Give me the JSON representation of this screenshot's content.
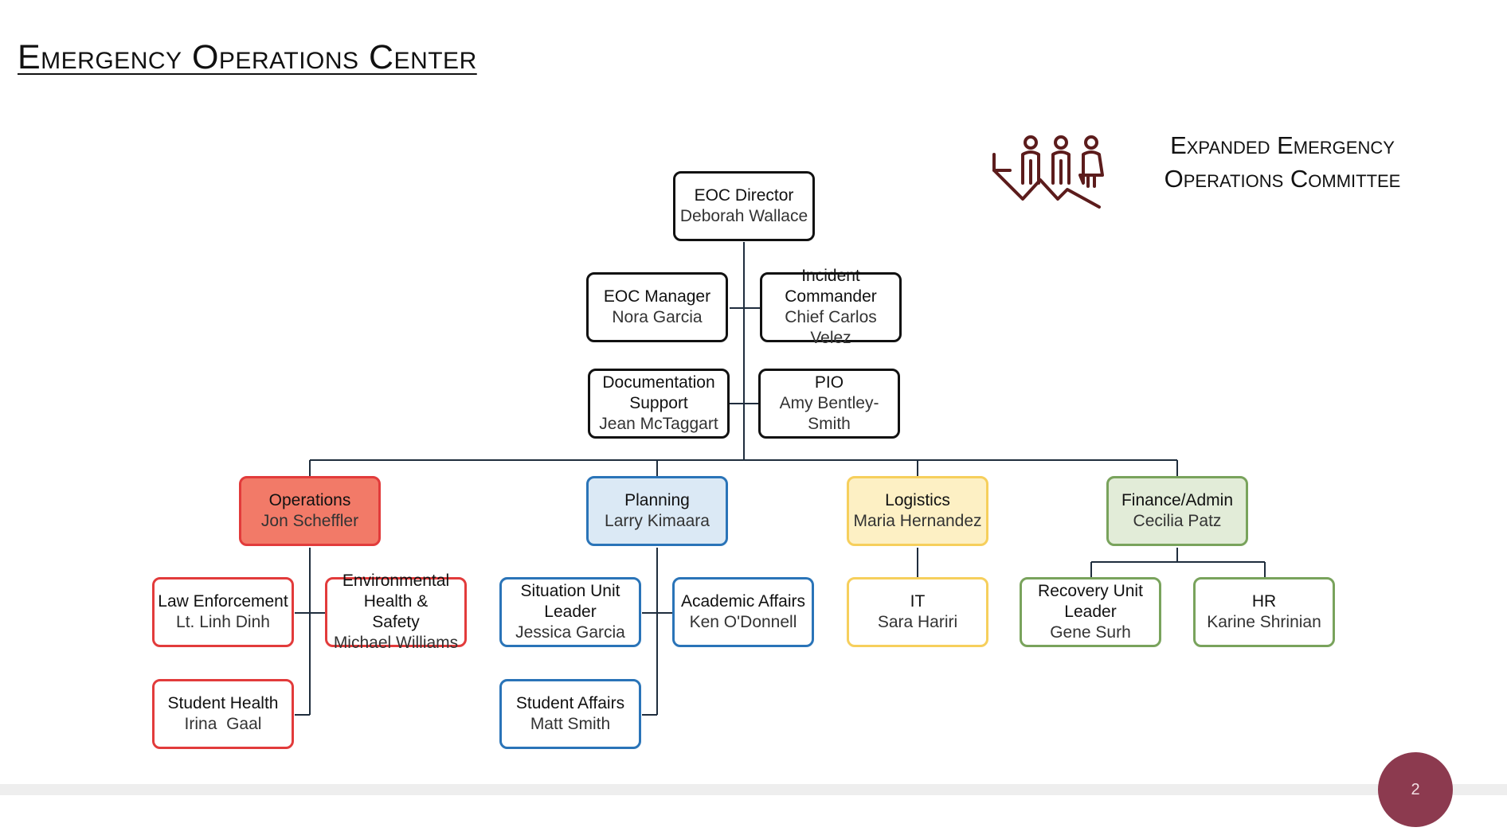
{
  "slide": {
    "title": "Emergency Operations Center",
    "committee_line1": "Expanded Emergency",
    "committee_line2": "Operations Committee",
    "logo_icon": "people-rising-arrow-icon",
    "logo_color": "#5c1c1c",
    "page_number": "2",
    "page_badge_color": "#8c3a4f"
  },
  "org": {
    "director": {
      "role": "EOC Director",
      "name": "Deborah Wallace"
    },
    "manager": {
      "role": "EOC Manager",
      "name": "Nora Garcia"
    },
    "incident_commander": {
      "role": "Incident Commander",
      "name": "Chief Carlos Velez"
    },
    "documentation": {
      "role": "Documentation Support",
      "name": "Jean McTaggart"
    },
    "pio": {
      "role": "PIO",
      "name": "Amy Bentley-Smith"
    },
    "operations": {
      "role": "Operations",
      "name": "Jon Scheffler",
      "color": "#e23b3b",
      "units": [
        {
          "role": "Law Enforcement",
          "name": "Lt. Linh Dinh"
        },
        {
          "role": "Environmental Health & Safety",
          "name": "Michael Williams"
        },
        {
          "role": "Student Health",
          "name": "Irina  Gaal"
        }
      ]
    },
    "planning": {
      "role": "Planning",
      "name": "Larry Kimaara",
      "color": "#2a74b8",
      "units": [
        {
          "role": "Situation Unit Leader",
          "name": "Jessica Garcia"
        },
        {
          "role": "Academic Affairs",
          "name": "Ken O'Donnell"
        },
        {
          "role": "Student Affairs",
          "name": "Matt Smith"
        }
      ]
    },
    "logistics": {
      "role": "Logistics",
      "name": "Maria Hernandez",
      "color": "#f6cf5c",
      "units": [
        {
          "role": "IT",
          "name": "Sara Hariri"
        }
      ]
    },
    "finance": {
      "role": "Finance/Admin",
      "name": "Cecilia Patz",
      "color": "#79a35c",
      "units": [
        {
          "role": "Recovery Unit Leader",
          "name": "Gene Surh"
        },
        {
          "role": "HR",
          "name": "Karine Shrinian"
        }
      ]
    }
  }
}
